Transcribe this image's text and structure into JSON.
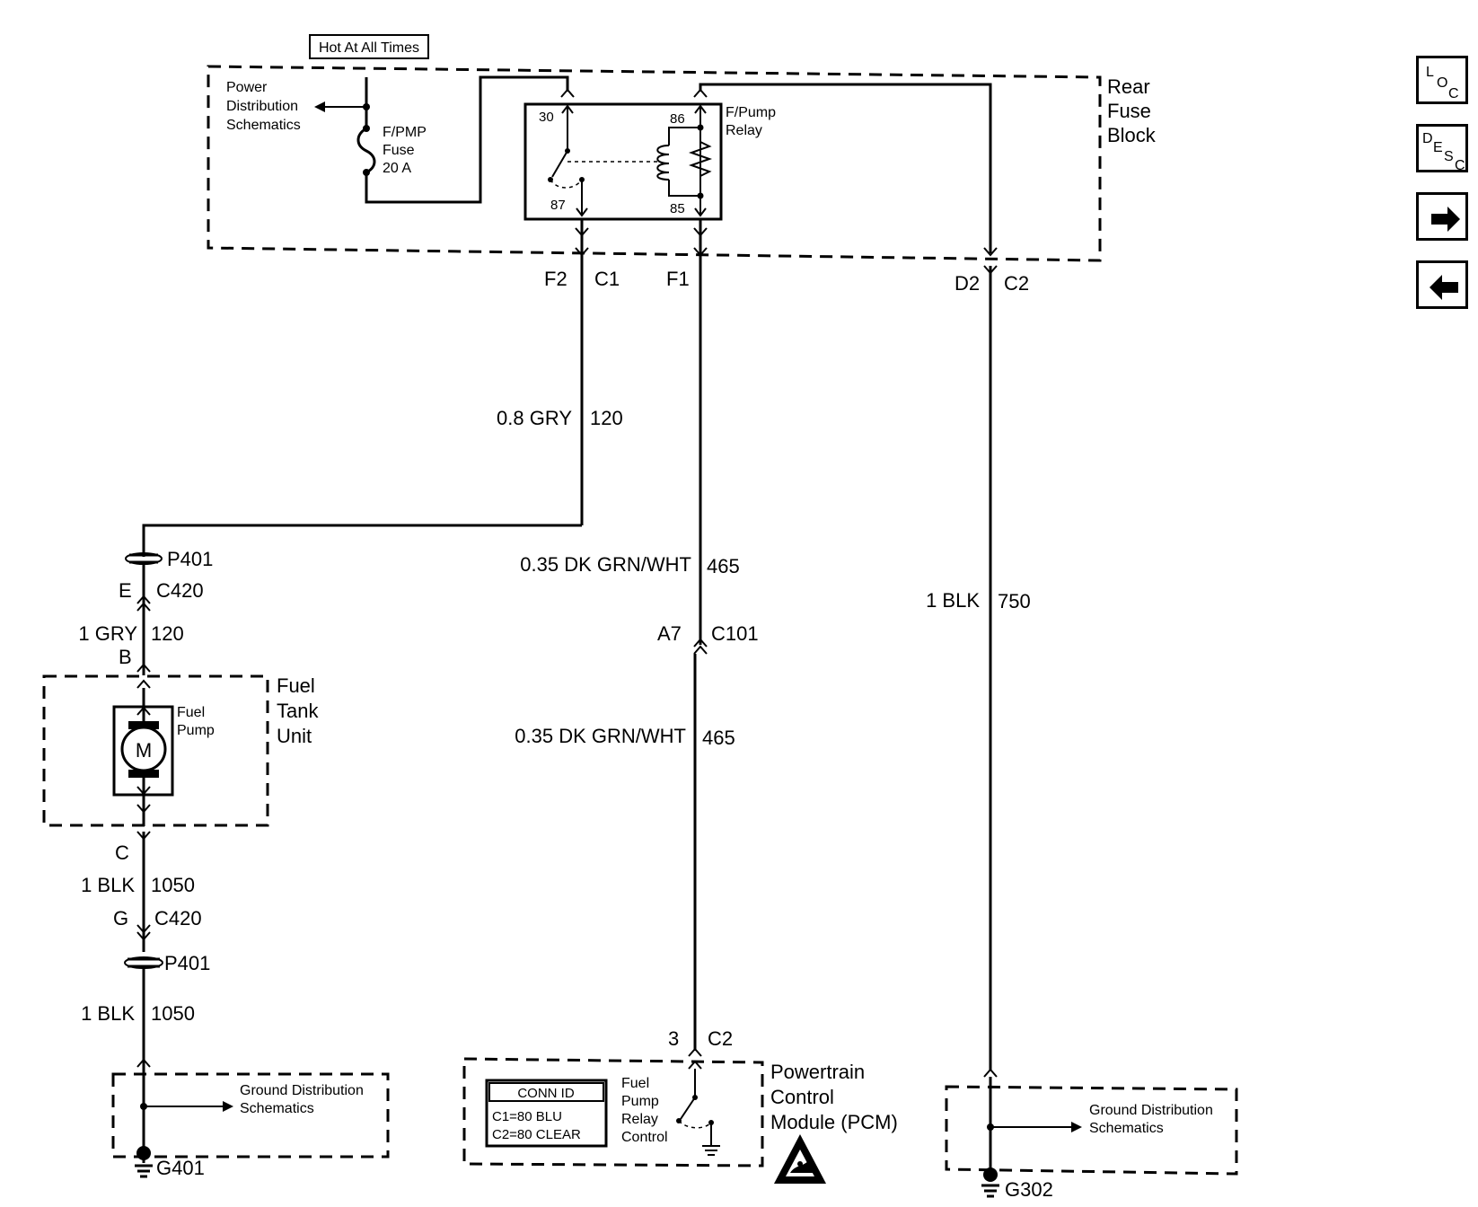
{
  "header": {
    "hot_label": "Hot At All Times"
  },
  "rear_fuse_block": {
    "title_lines": [
      "Rear",
      "Fuse",
      "Block"
    ],
    "power_dist_lines": [
      "Power",
      "Distribution",
      "Schematics"
    ],
    "fuse_lines": [
      "F/PMP",
      "Fuse",
      "20 A"
    ],
    "relay_lines": [
      "F/Pump",
      "Relay"
    ],
    "relay_pins": {
      "p30": "30",
      "p86": "86",
      "p87": "87",
      "p85": "85"
    }
  },
  "connectors": {
    "f2": "F2",
    "c1": "C1",
    "f1": "F1",
    "d2": "D2",
    "c2_top": "C2",
    "p401_top": "P401",
    "e": "E",
    "c420_top": "C420",
    "b": "B",
    "c": "C",
    "g": "G",
    "c420_bottom": "C420",
    "p401_bottom": "P401",
    "a7": "A7",
    "c101": "C101",
    "pin3": "3",
    "c2_pcm": "C2"
  },
  "wires": {
    "gry_08": {
      "size_color": "0.8 GRY",
      "circuit": "120"
    },
    "gry_1": {
      "size_color": "1 GRY",
      "circuit": "120"
    },
    "grn_upper": {
      "size_color": "0.35 DK GRN/WHT",
      "circuit": "465"
    },
    "grn_lower": {
      "size_color": "0.35 DK GRN/WHT",
      "circuit": "465"
    },
    "blk_750": {
      "size_color": "1 BLK",
      "circuit": "750"
    },
    "blk_1050_a": {
      "size_color": "1 BLK",
      "circuit": "1050"
    },
    "blk_1050_b": {
      "size_color": "1 BLK",
      "circuit": "1050"
    }
  },
  "fuel_tank_unit": {
    "title_lines": [
      "Fuel",
      "Tank",
      "Unit"
    ],
    "pump_lines": [
      "Fuel",
      "Pump"
    ],
    "motor": "M"
  },
  "ground_left": {
    "schem_lines": [
      "Ground Distribution",
      "Schematics"
    ],
    "ground": "G401"
  },
  "ground_right": {
    "schem_lines": [
      "Ground Distribution",
      "Schematics"
    ],
    "ground": "G302"
  },
  "pcm": {
    "title_lines": [
      "Powertrain",
      "Control",
      "Module (PCM)"
    ],
    "conn_id_header": "CONN ID",
    "conn_id_rows": [
      "C1=80 BLU",
      "C2=80 CLEAR"
    ],
    "control_lines": [
      "Fuel",
      "Pump",
      "Relay",
      "Control"
    ]
  },
  "nav": {
    "loc": {
      "a": "L",
      "b": "O",
      "c": "C"
    },
    "desc": {
      "a": "D",
      "b": "E",
      "c": "S",
      "d": "C"
    },
    "icons": [
      "next-arrow-icon",
      "prev-arrow-icon"
    ]
  }
}
